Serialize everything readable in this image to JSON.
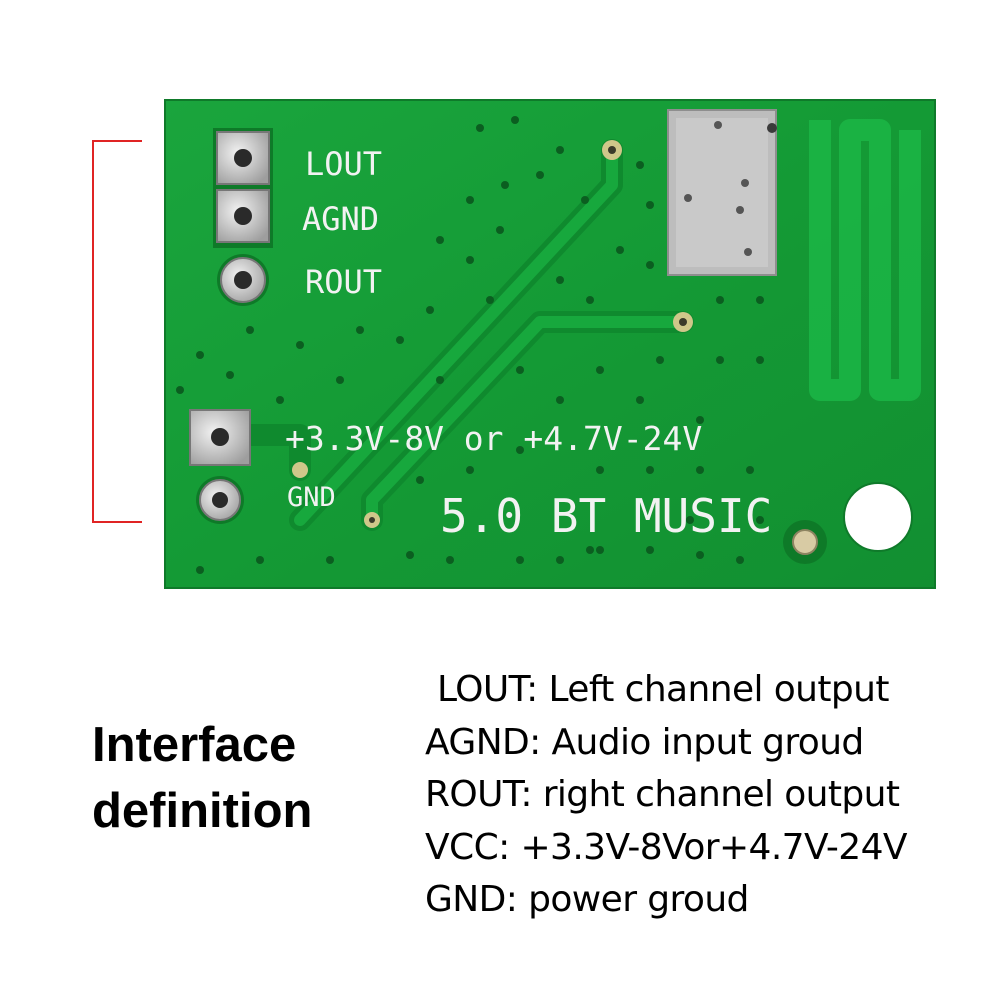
{
  "board": {
    "silkscreen": {
      "lout": "LOUT",
      "agnd": "AGND",
      "rout": "ROUT",
      "voltage": "+3.3V-8V or +4.7V-24V",
      "gnd": "GND",
      "model": "5.0 BT MUSIC"
    }
  },
  "caption": {
    "title_line1": "Interface",
    "title_line2": "definition",
    "definitions": [
      "LOUT: Left channel output",
      "AGND: Audio input groud",
      "ROUT: right channel output",
      "VCC: +3.3V-8Vor+4.7V-24V",
      "GND: power groud"
    ]
  },
  "colors": {
    "pcb": "#14a83a",
    "silkscreen": "#f2f2f2",
    "bracket": "#e02424",
    "pad": "#c8c8c8"
  }
}
